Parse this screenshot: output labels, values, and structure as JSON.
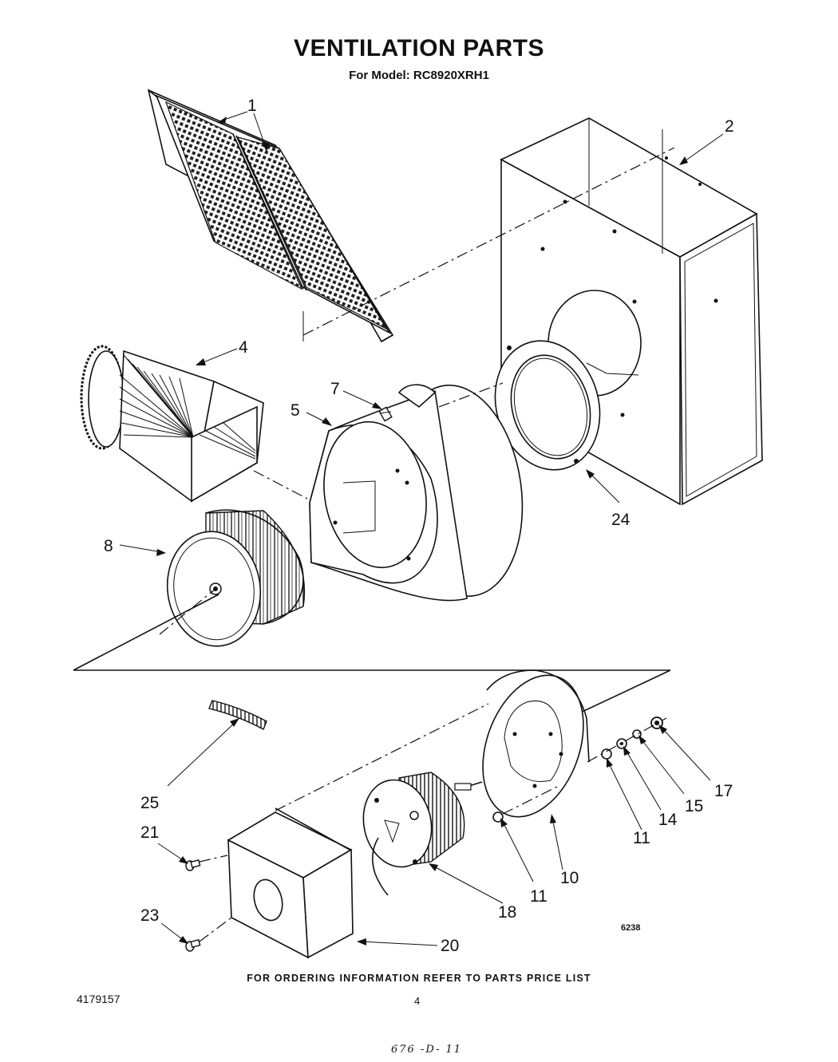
{
  "title": "VENTILATION PARTS",
  "subtitle": "For Model: RC8920XRH1",
  "footer_note": "FOR ORDERING INFORMATION REFER TO PARTS PRICE LIST",
  "document_number": "4179157",
  "page_number": "4",
  "handwritten_note": "676 -D- 11",
  "drawing_code": "6238",
  "callouts": {
    "c1": "1",
    "c2": "2",
    "c4": "4",
    "c5": "5",
    "c7": "7",
    "c8": "8",
    "c24": "24",
    "c25": "25",
    "c21": "21",
    "c23": "23",
    "c20": "20",
    "c18": "18",
    "c11a": "11",
    "c10": "10",
    "c11b": "11",
    "c14": "14",
    "c15": "15",
    "c17": "17"
  }
}
